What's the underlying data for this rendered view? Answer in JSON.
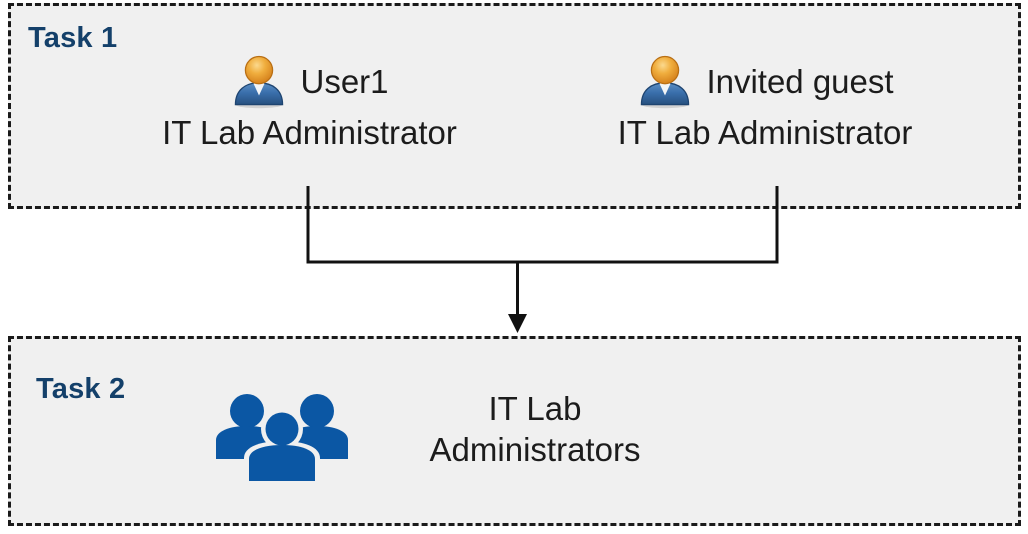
{
  "diagram": {
    "title": "Task flow: users and invited guest assigned to a group",
    "background_color": "#FFFFFF",
    "box_fill_color": "#F0F0F0",
    "box_border_color": "#1A1A1A",
    "accent_color": "#14406A",
    "group_icon_color": "#0B57A4",
    "text_color": "#1C1C1C"
  },
  "task1": {
    "label": "Task 1",
    "members": [
      {
        "icon": "user-icon",
        "name": "User1",
        "role": "IT Lab Administrator"
      },
      {
        "icon": "user-icon",
        "name": "Invited guest",
        "role": "IT Lab Administrator"
      }
    ]
  },
  "task2": {
    "label": "Task 2",
    "group": {
      "icon": "people-group-icon",
      "name_line1": "IT Lab",
      "name_line2": "Administrators"
    }
  },
  "connector": {
    "icon": "down-arrow-connector-icon",
    "description": "Both Task 1 members join into the Task 2 group"
  }
}
